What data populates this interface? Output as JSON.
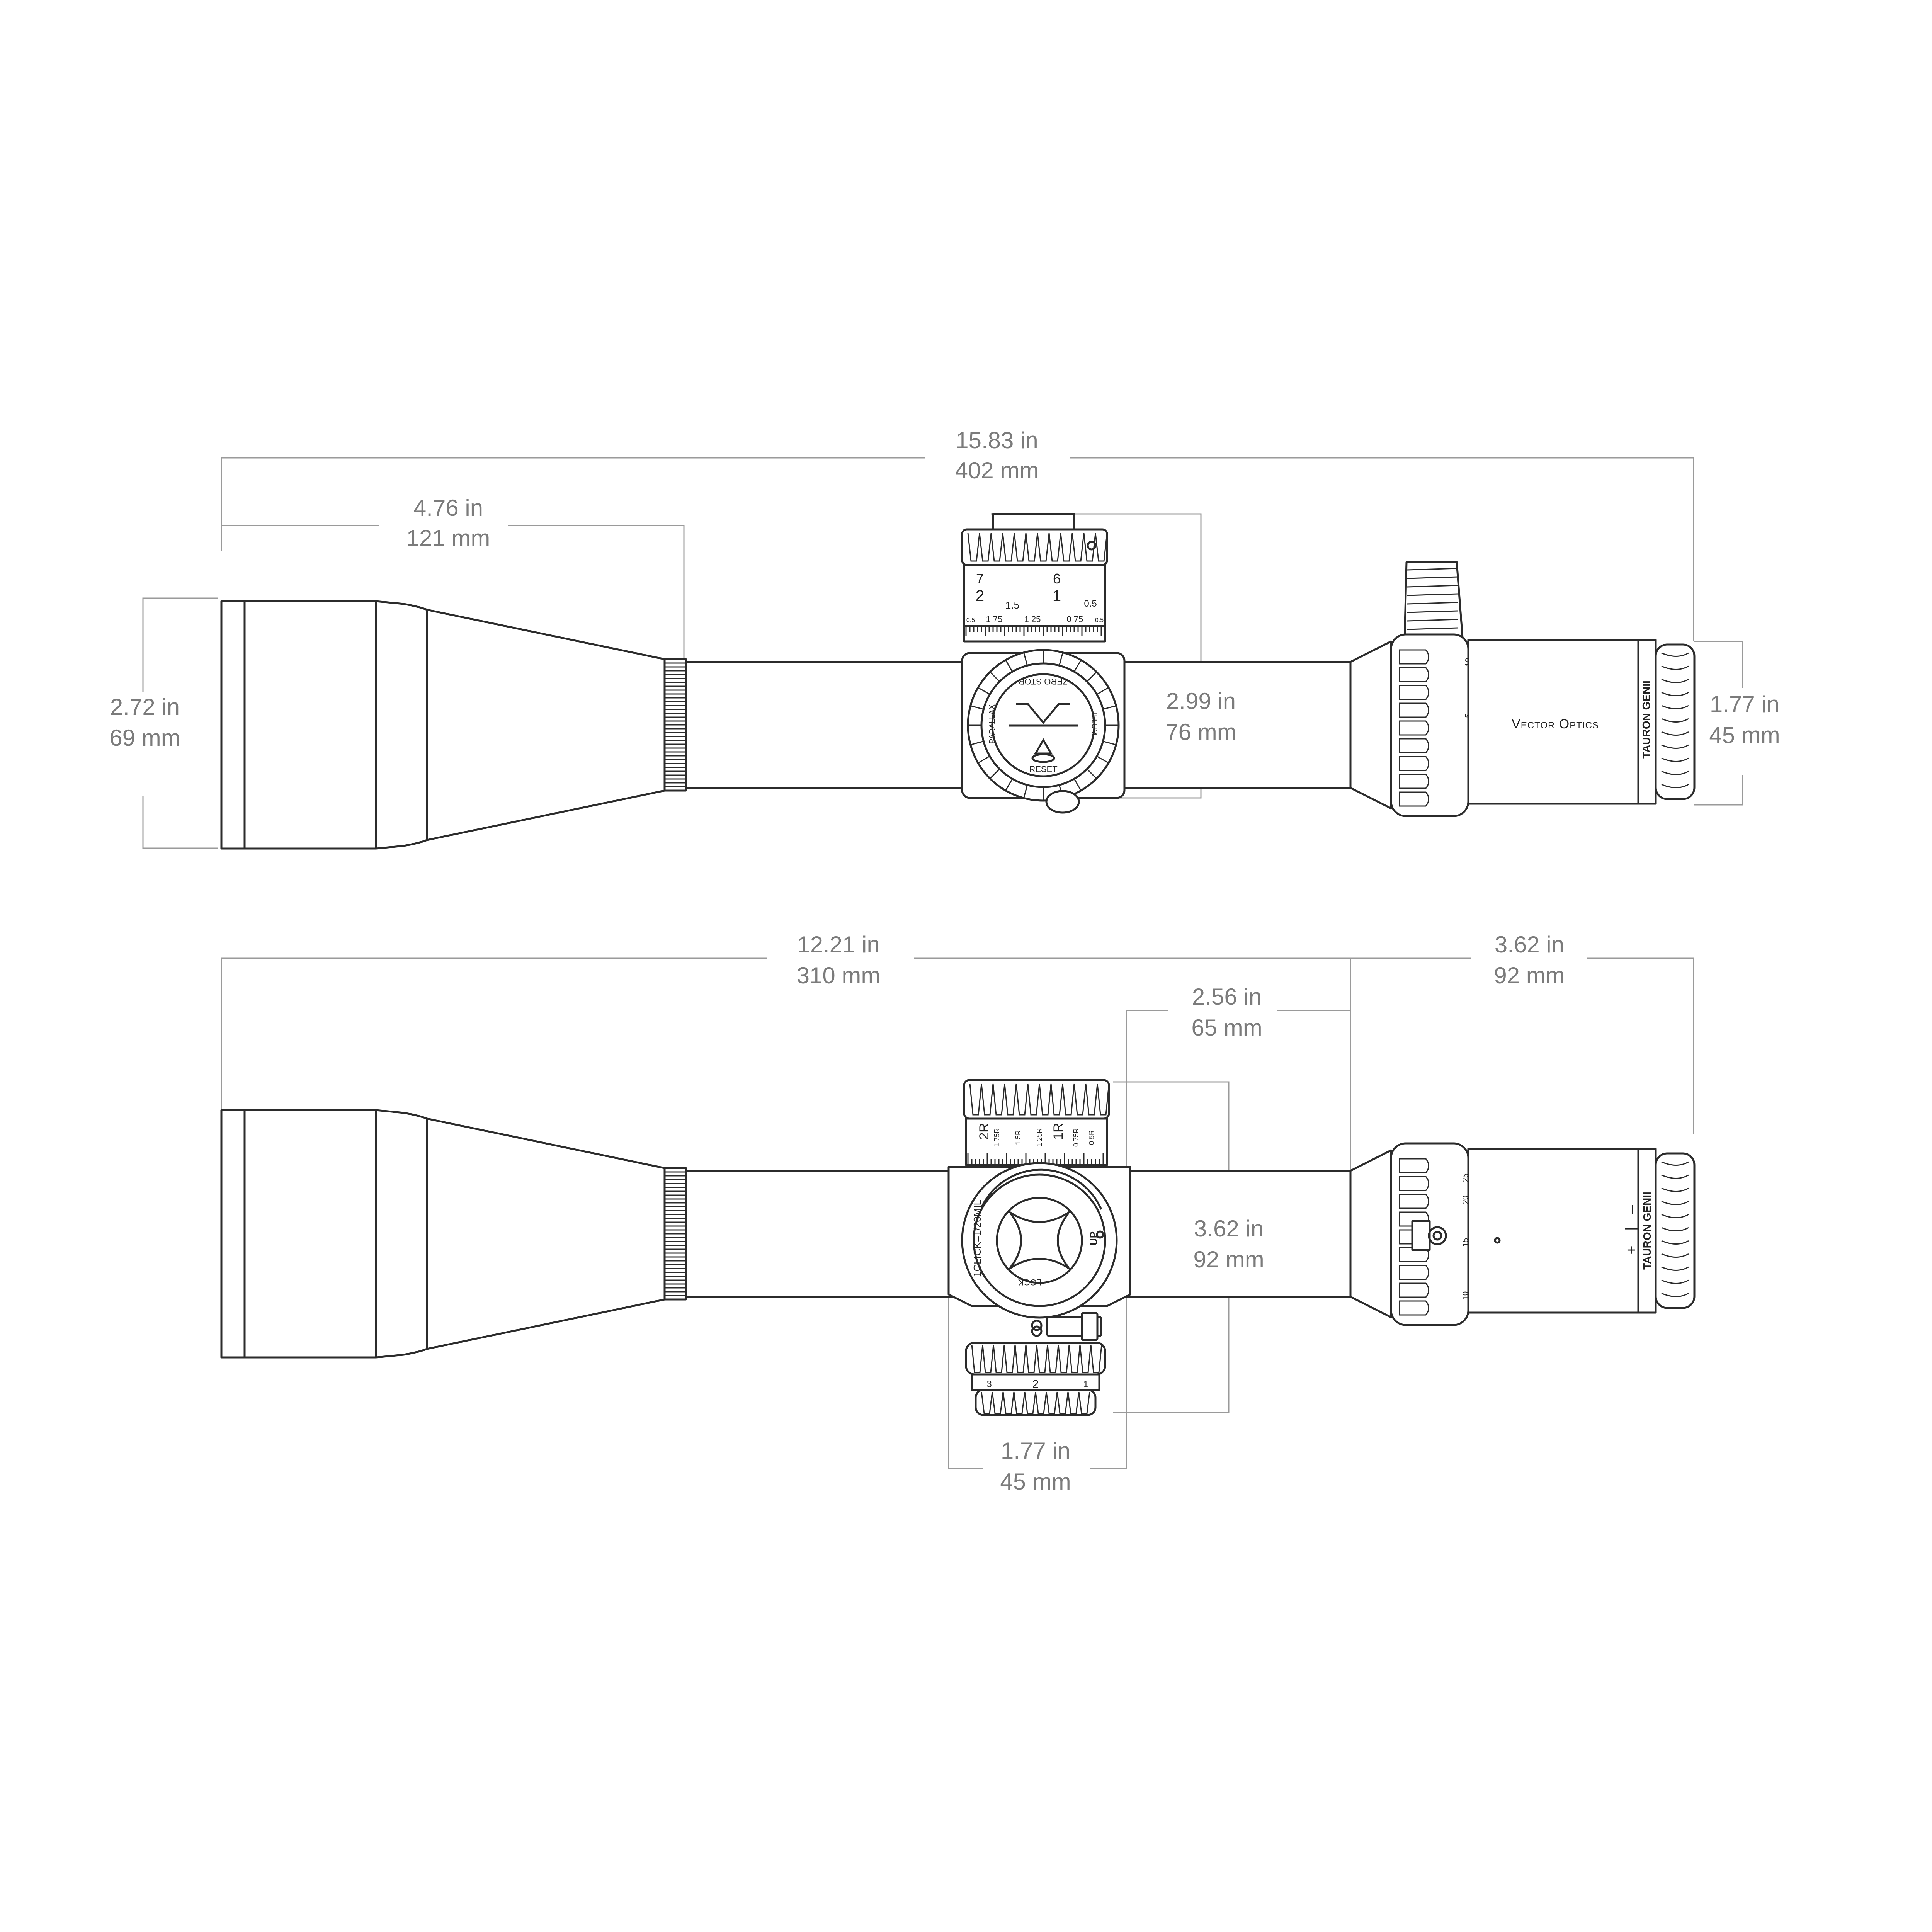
{
  "top_view": {
    "dims": {
      "overall": {
        "in": "15.83 in",
        "mm": "402 mm"
      },
      "objective_length": {
        "in": "4.76 in",
        "mm": "121 mm"
      },
      "objective_height": {
        "in": "2.72 in",
        "mm": "69 mm"
      },
      "turret_height": {
        "in": "2.99 in",
        "mm": "76 mm"
      },
      "eyepiece_height": {
        "in": "1.77 in",
        "mm": "45 mm"
      }
    },
    "turret_scale": {
      "top_numbers": [
        "7",
        "6"
      ],
      "mid_numbers": [
        "2",
        "1"
      ],
      "labels": [
        "1.5",
        "0.5",
        "1 75",
        "1 25",
        "0 75",
        "0.5",
        "0.5"
      ]
    },
    "side_dial": {
      "labels": [
        "ZERO STOP",
        "PARALLAX",
        "RESET",
        "ILLUM"
      ]
    },
    "power_ring": [
      "10",
      "5"
    ],
    "brand": "Vector Optics",
    "eyepiece_text": "TAURON GENII"
  },
  "bottom_view": {
    "dims": {
      "length_to_ring": {
        "in": "12.21 in",
        "mm": "310 mm"
      },
      "eyepiece_length": {
        "in": "3.62 in",
        "mm": "92 mm"
      },
      "turret_offset": {
        "in": "2.56 in",
        "mm": "65 mm"
      },
      "turret_height": {
        "in": "3.62 in",
        "mm": "92 mm"
      },
      "turret_width": {
        "in": "1.77 in",
        "mm": "45  mm"
      }
    },
    "windage_scale": {
      "big": [
        "2R",
        "1R"
      ],
      "small": [
        "1 75R",
        "1 5R",
        "1 25R",
        "0 75R",
        "0 5R"
      ]
    },
    "elevation_dial": {
      "click": "1CLICK=1/20MIL",
      "up": "UP",
      "lock": "LOCK"
    },
    "lower_turret_scale": [
      "3",
      "2",
      "1"
    ],
    "power_ring": [
      "25",
      "20",
      "15",
      "10"
    ],
    "diopter_marks": [
      "+",
      "|",
      "–"
    ],
    "eyepiece_text": "TAURON GENII"
  }
}
